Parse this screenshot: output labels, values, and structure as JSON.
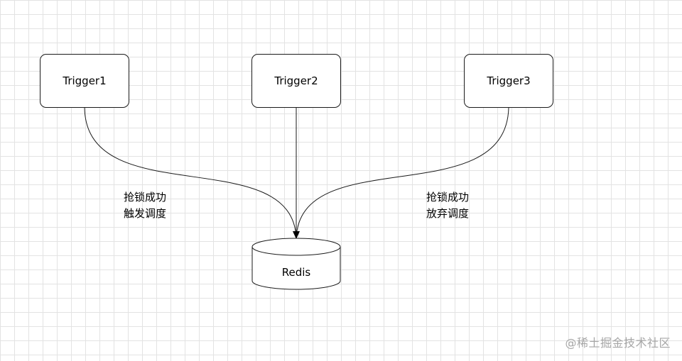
{
  "diagram": {
    "nodes": [
      {
        "id": "trigger1",
        "label": "Trigger1"
      },
      {
        "id": "trigger2",
        "label": "Trigger2"
      },
      {
        "id": "trigger3",
        "label": "Trigger3"
      }
    ],
    "database": {
      "id": "redis",
      "label": "Redis"
    },
    "edges": [
      {
        "from": "trigger1",
        "to": "redis"
      },
      {
        "from": "trigger2",
        "to": "redis"
      },
      {
        "from": "trigger3",
        "to": "redis"
      }
    ],
    "edge_labels": {
      "left": {
        "line1": "抢锁成功",
        "line2": "触发调度"
      },
      "right": {
        "line1": "抢锁成功",
        "line2": "放弃调度"
      }
    }
  },
  "watermark": "@稀土掘金技术社区",
  "colors": {
    "background": "#ffffff",
    "grid": "#e3e3e3",
    "stroke": "#1a1a1a",
    "watermark": "#a6a6a6"
  }
}
